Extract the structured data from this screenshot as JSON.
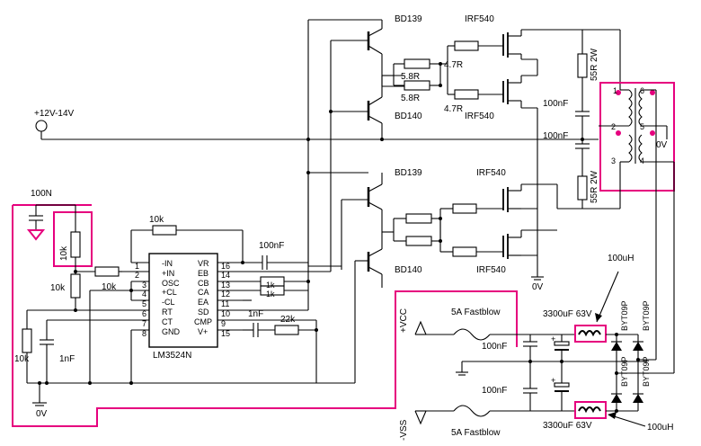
{
  "labels": {
    "bd139_top": "BD139",
    "irf540_top": "IRF540",
    "bd140_top": "BD140",
    "irf540_top2": "IRF540",
    "bd139_bot": "BD139",
    "irf540_bot": "IRF540",
    "bd140_bot": "BD140",
    "irf540_bot2": "IRF540",
    "r58_1": "5.8R",
    "r58_2": "5.8R",
    "r47_1": "4.7R",
    "r47_2": "4.7R",
    "supply": "+12V-14V",
    "cap100n_top": "100nF",
    "cap100n_mid": "100nF",
    "r55_top": "55R 2W",
    "r55_bot": "55R 2W",
    "zero_v_tx": "0V",
    "zero_v_bot_mos": "0V",
    "cap_100n_label": "100N",
    "r10k_pot": "10k",
    "r10k_feedback": "10k",
    "r10k_in": "10k",
    "r10k_left": "10k",
    "r10k_ct": "10k",
    "c1nf_ct": "1nF",
    "gnd0v_left": "0V",
    "ic_name": "LM3524N",
    "pin_minus_in": "-IN",
    "pin_plus_in": "+IN",
    "pin_osc": "OSC",
    "pin_plus_cl": "+CL",
    "pin_minus_cl": "-CL",
    "pin_rt": "RT",
    "pin_ct": "CT",
    "pin_gnd": "GND",
    "pin_vr": "VR",
    "pin_eb": "EB",
    "pin_cb": "CB",
    "pin_ca": "CA",
    "pin_ea": "EA",
    "pin_sd": "SD",
    "pin_cmp": "CMP",
    "pin_vplus": "V+",
    "n1": "1",
    "n2": "2",
    "n3": "3",
    "n4": "4",
    "n5": "5",
    "n6": "6",
    "n7": "7",
    "n8": "8",
    "n9": "9",
    "n10": "10",
    "n11": "11",
    "n12": "12",
    "n13": "13",
    "n14": "14",
    "n15": "15",
    "n16": "16",
    "c100nf_ic": "100nF",
    "r1k_a": "1k",
    "r1k_b": "1k",
    "c1nf_comp": "1nF",
    "r22k": "22k",
    "vcc": "+VCC",
    "vss": "-VSS",
    "fuse_top": "5A Fastblow",
    "fuse_bot": "5A Fastblow",
    "c100nf_out1": "100nF",
    "c100nf_out2": "100nF",
    "cap_big_top": "3300uF 63V",
    "cap_big_bot": "3300uF 63V",
    "ind_top": "100uH",
    "ind_bot": "100uH",
    "diode1": "BYT09P",
    "diode2": "BYT09P",
    "diode3": "BYT09P",
    "diode4": "BYT09P",
    "tx1": "1",
    "tx2": "2",
    "tx3": "3",
    "tx4": "4",
    "tx5": "5",
    "tx6": "6",
    "plus1": "+",
    "plus2": "+"
  },
  "colors": {
    "wire": "#000000",
    "highlight": "#e6007e",
    "background": "#ffffff"
  }
}
